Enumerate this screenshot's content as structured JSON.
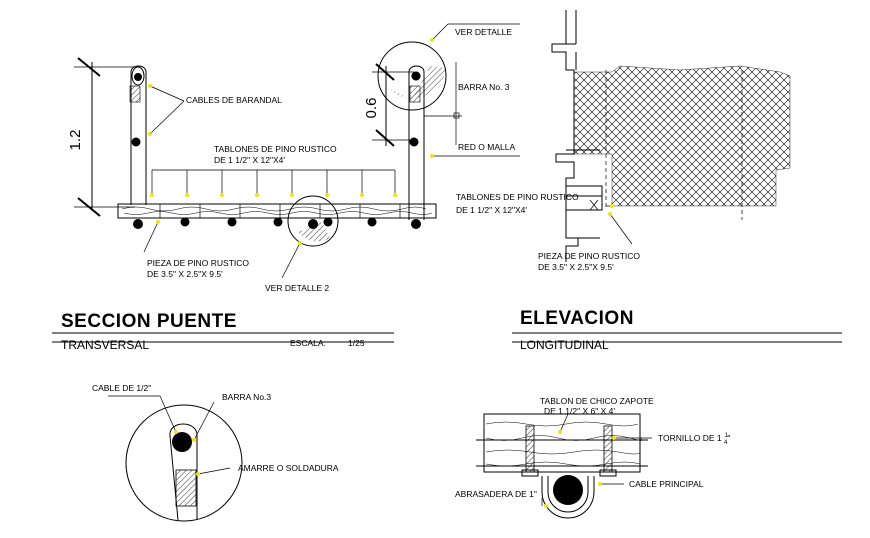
{
  "colors": {
    "line": "#000000",
    "marker": "#f2e600",
    "background": "#ffffff"
  },
  "section": {
    "dim_total": "1.2",
    "dim_rail": "0.6",
    "labels": {
      "ver_detalle": "VER DETALLE",
      "barra_no3": "BARRA No. 3",
      "cables_de_barandal": "CABLES DE BARANDAL",
      "red_o_malla": "RED O MALLA",
      "tablones_line1": "TABLONES DE PINO RUSTICO",
      "tablones_line2": "DE 1 1/2\" X 12\"X4'",
      "pieza_line1": "PIEZA DE PINO RUSTICO",
      "pieza_line2": "DE 3.5\" X 2.5\"X 9.5'",
      "ver_detalle_2": "VER DETALLE 2"
    },
    "title": "SECCION  PUENTE",
    "subtitle": "TRANSVERSAL",
    "escala_label": "ESCALA:",
    "escala_value": "1/25"
  },
  "elevation": {
    "labels": {
      "tablones_line1": "TABLONES DE PINO RUSTICO",
      "tablones_line2": "DE 1 1/2\" X 12\"X4'",
      "pieza_line1": "PIEZA DE PINO RUSTICO",
      "pieza_line2": "DE 3.5\" X 2.5\"X 9.5'"
    },
    "title": "ELEVACION",
    "subtitle": "LONGITUDINAL"
  },
  "detail1": {
    "labels": {
      "cable": "CABLE DE 1/2\"",
      "barra": "BARRA No.3",
      "amarre": "AMARRE O SOLDADURA"
    }
  },
  "detail2": {
    "labels": {
      "tablon_line1": "TABLON DE  CHICO ZAPOTE",
      "tablon_line2": "DE 1 1/2\" X 6\" X 4'",
      "tornillo": "TORNILLO DE 1",
      "tornillo_frac_num": "1",
      "tornillo_frac_den": "4",
      "tornillo_inch": "\"",
      "cable_principal": "CABLE PRINCIPAL",
      "abrasadera": "ABRASADERA DE 1\""
    }
  }
}
